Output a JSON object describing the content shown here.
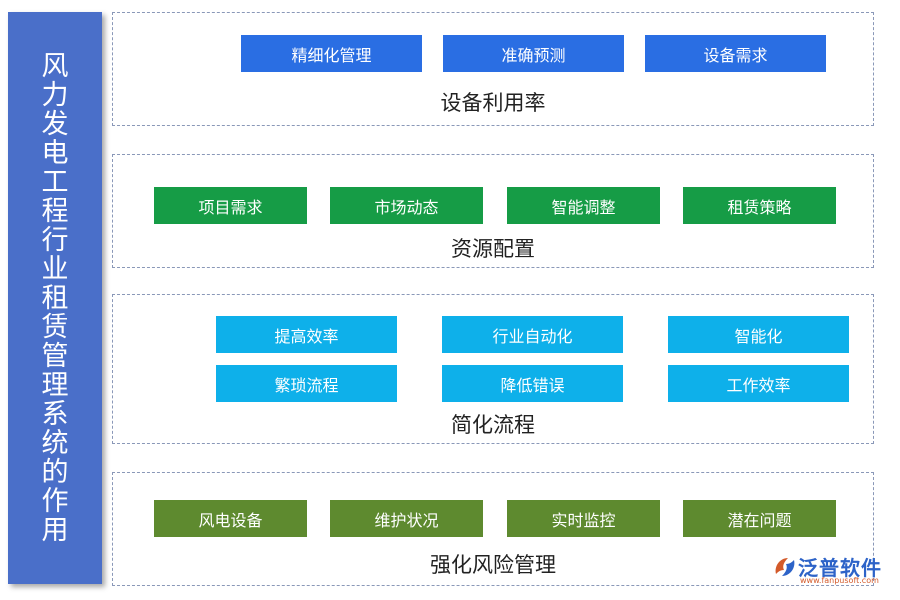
{
  "sidebar": {
    "title": "风力发电工程行业租赁管理系统的作用"
  },
  "sections": [
    {
      "title": "设备利用率",
      "items": [
        "精细化管理",
        "准确预测",
        "设备需求"
      ]
    },
    {
      "title": "资源配置",
      "items": [
        "项目需求",
        "市场动态",
        "智能调整",
        "租赁策略"
      ]
    },
    {
      "title": "简化流程",
      "items": [
        "提高效率",
        "行业自动化",
        "智能化",
        "繁琐流程",
        "降低错误",
        "工作效率"
      ]
    },
    {
      "title": "强化风险管理",
      "items": [
        "风电设备",
        "维护状况",
        "实时监控",
        "潜在问题"
      ]
    }
  ],
  "logo": {
    "name": "泛普软件",
    "url": "www.fanpusoft.com"
  },
  "colors": {
    "sidebar": "#4a6fc9",
    "blue": "#2a6ee3",
    "green": "#169c46",
    "cyan": "#0eb0ea",
    "olive": "#5e8a2f"
  }
}
